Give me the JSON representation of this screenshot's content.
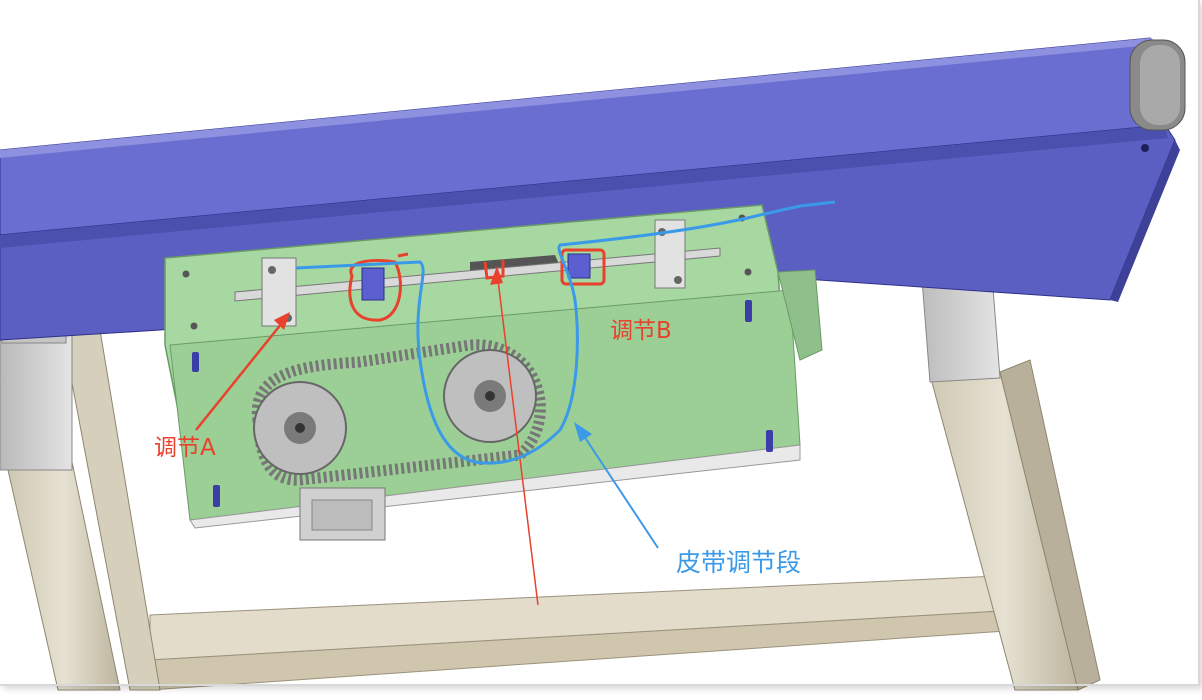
{
  "labels": {
    "adjust_a": "调节A",
    "adjust_b": "调节B",
    "belt_section": "皮带调节段"
  },
  "colors": {
    "annotation_red": "#e8412c",
    "annotation_blue": "#3b9ae8",
    "conveyor_blue": "#5b5fc2",
    "plate_green": "#9fd39a",
    "frame_tan": "#d8d2c0"
  },
  "icons": {
    "sprocket": "sprocket-icon",
    "chain": "chain-icon",
    "bolt": "bolt-icon"
  }
}
